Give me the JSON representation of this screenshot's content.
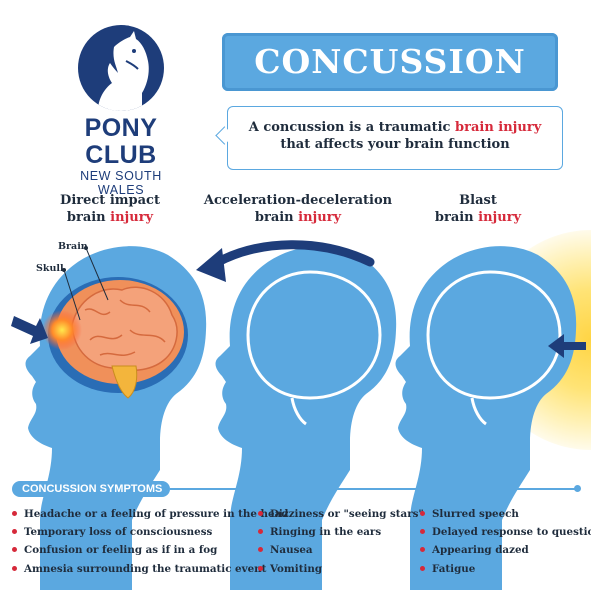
{
  "logo": {
    "title": "PONY CLUB",
    "subtitle": "NEW SOUTH WALES"
  },
  "title": "CONCUSSION",
  "definition": {
    "pre": "A concussion is a traumatic ",
    "highlight": "brain injury",
    "post": "that affects your brain function"
  },
  "columns": [
    {
      "line1": "Direct impact",
      "line2a": "brain ",
      "line2b": "injury"
    },
    {
      "line1": "Acceleration-deceleration",
      "line2a": "brain ",
      "line2b": "injury"
    },
    {
      "line1": "Blast",
      "line2a": "brain ",
      "line2b": "injury"
    }
  ],
  "labels": {
    "brain": "Brain",
    "skull": "Skull"
  },
  "symptoms": {
    "header": "CONCUSSION SYMPTOMS",
    "col1": [
      "Headache or a feeling of pressure in the head",
      "Temporary loss of consciousness",
      "Confusion or feeling as if in a fog",
      "Amnesia surrounding the traumatic event"
    ],
    "col2": [
      "Dizziness or \"seeing stars\"",
      "Ringing in the ears",
      "Nausea",
      "Vomiting"
    ],
    "col3": [
      "Slurred speech",
      "Delayed response to questions",
      "Appearing dazed",
      "Fatigue"
    ]
  },
  "colors": {
    "head": "#5ba8e0",
    "navy": "#1e3d7a",
    "accent_red": "#d6293a",
    "blast": "#ffd23a"
  }
}
